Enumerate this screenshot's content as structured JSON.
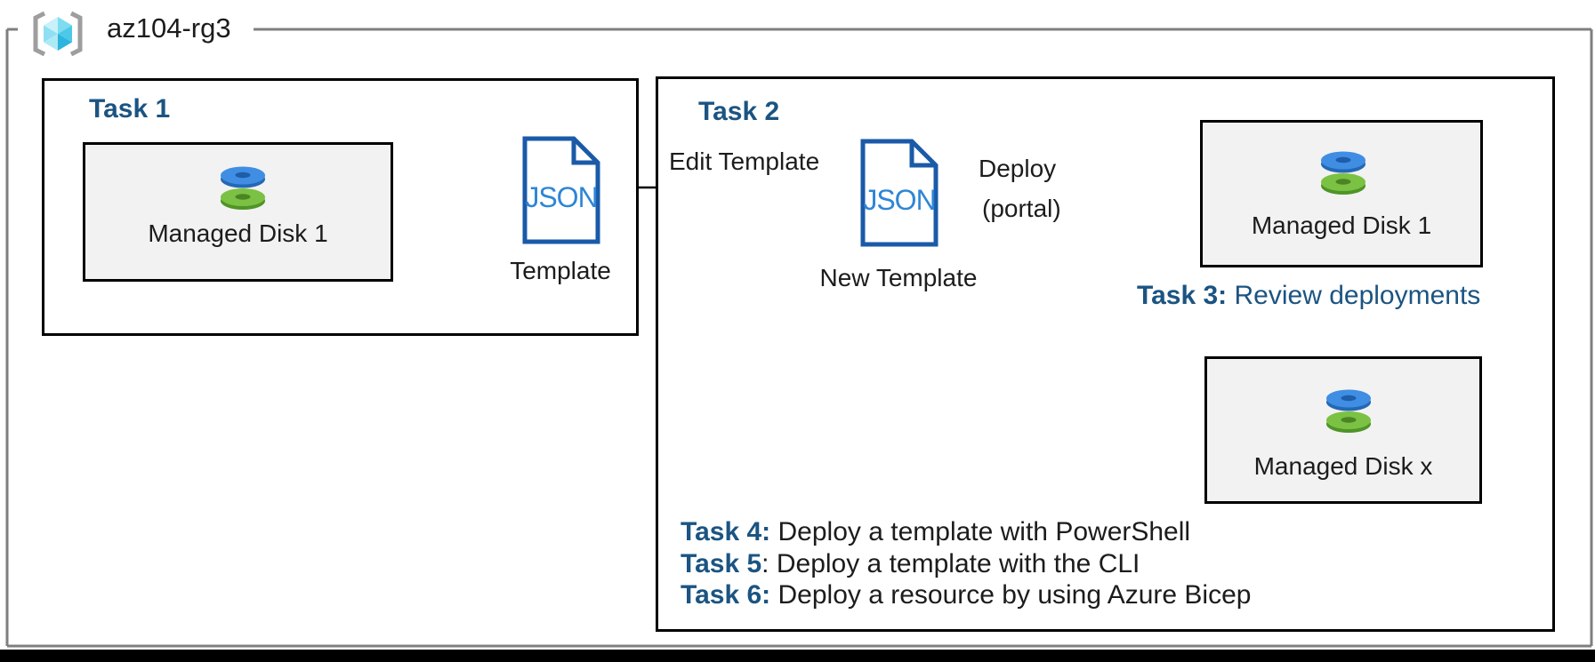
{
  "resource_group": {
    "name": "az104-rg3"
  },
  "json_label": "JSON",
  "task1": {
    "title": "Task 1",
    "disk_label": "Managed Disk 1",
    "template_label": "Template"
  },
  "task2": {
    "title": "Task 2",
    "edit_arrow_label": "Edit Template",
    "new_template_label": "New Template",
    "deploy_line1": "Deploy",
    "deploy_line2": "(portal)",
    "disk1_label": "Managed Disk 1",
    "diskx_label": "Managed Disk x"
  },
  "task3": {
    "prefix": "Task 3:",
    "text": " Review deployments"
  },
  "task_list": [
    {
      "prefix": "Task 4:",
      "text": " Deploy a template with PowerShell"
    },
    {
      "prefix": "Task 5",
      "text": ": Deploy a template with the CLI"
    },
    {
      "prefix": "Task 6:",
      "text": " Deploy a resource by using Azure Bicep"
    }
  ],
  "colors": {
    "heading_blue": "#1B5482",
    "json_doc_border": "#1a5aa8",
    "json_text_blue": "#2e86d6",
    "disk_top_blue": "#3f8ee3",
    "disk_top_green": "#7bc143",
    "disk_box_fill": "#f2f2f2",
    "outer_border_gray": "#7f7f7f",
    "bracket_gray": "#9e9e9e",
    "line_black": "#000000"
  }
}
